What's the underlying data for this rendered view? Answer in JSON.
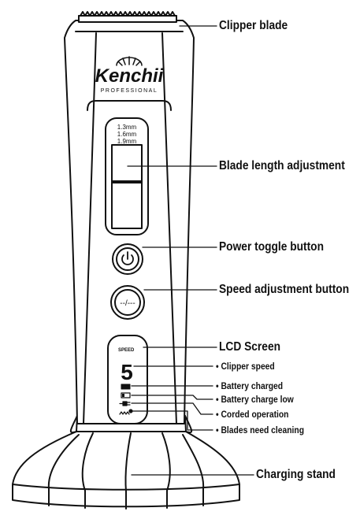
{
  "brand": {
    "name": "Kenchii",
    "tagline": "PROFESSIONAL"
  },
  "blade_lengths": [
    "1.3mm",
    "1.6mm",
    "1.9mm"
  ],
  "buttons": {
    "power_icon": "power-icon",
    "speed_label": "--/---"
  },
  "lcd": {
    "title": "SPEED",
    "digit": "5"
  },
  "callouts": {
    "clipper_blade": "Clipper blade",
    "blade_length": "Blade length adjustment",
    "power_toggle": "Power toggle button",
    "speed_button": "Speed adjustment button",
    "lcd_screen": "LCD Screen",
    "clipper_speed": "• Clipper speed",
    "battery_charged": "• Battery charged",
    "battery_low": "• Battery charge low",
    "corded": "• Corded operation",
    "blades_cleaning": "• Blades need cleaning",
    "charging_stand": "Charging stand"
  },
  "colors": {
    "line": "#111111",
    "body_fill": "#ffffff"
  }
}
